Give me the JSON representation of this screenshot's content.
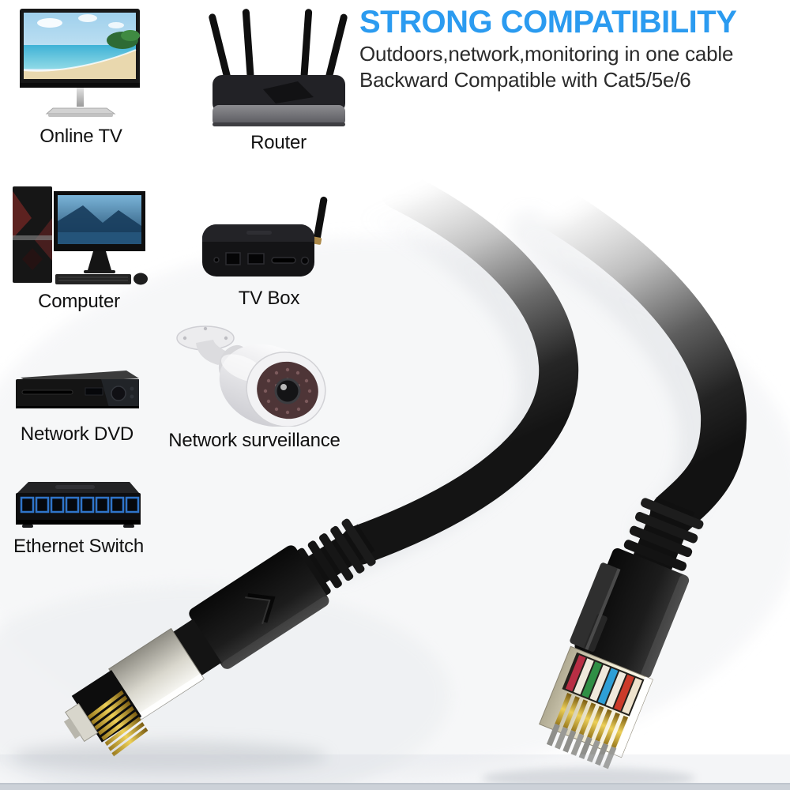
{
  "header": {
    "title": "STRONG COMPATIBILITY",
    "subtitle_line1": "Outdoors,network,monitoring in one cable",
    "subtitle_line2": "Backward Compatible with Cat5/5e/6"
  },
  "devices": [
    {
      "icon": "online-tv-icon",
      "label": "Online TV"
    },
    {
      "icon": "router-icon",
      "label": "Router"
    },
    {
      "icon": "computer-icon",
      "label": "Computer"
    },
    {
      "icon": "tv-box-icon",
      "label": "TV Box"
    },
    {
      "icon": "network-dvd-icon",
      "label": "Network DVD"
    },
    {
      "icon": "network-surveillance-camera-icon",
      "label": "Network surveillance"
    },
    {
      "icon": "ethernet-switch-icon",
      "label": "Ethernet Switch"
    }
  ],
  "cable": {
    "left_connector_icon": "shielded-rj45-plug-gold-pins",
    "right_connector_icon": "shielded-rj45-plug-colored-wires",
    "cable_count": 2
  },
  "colors": {
    "title_blue": "#2b9bf0",
    "body_text": "#2b2b2b",
    "label_text": "#111111",
    "cable_black": "#141414",
    "shield_silver": "#e9e7df",
    "gold_contacts": "#e8c84e",
    "switch_port_blue": "#2f74c9",
    "background": "#ffffff"
  }
}
